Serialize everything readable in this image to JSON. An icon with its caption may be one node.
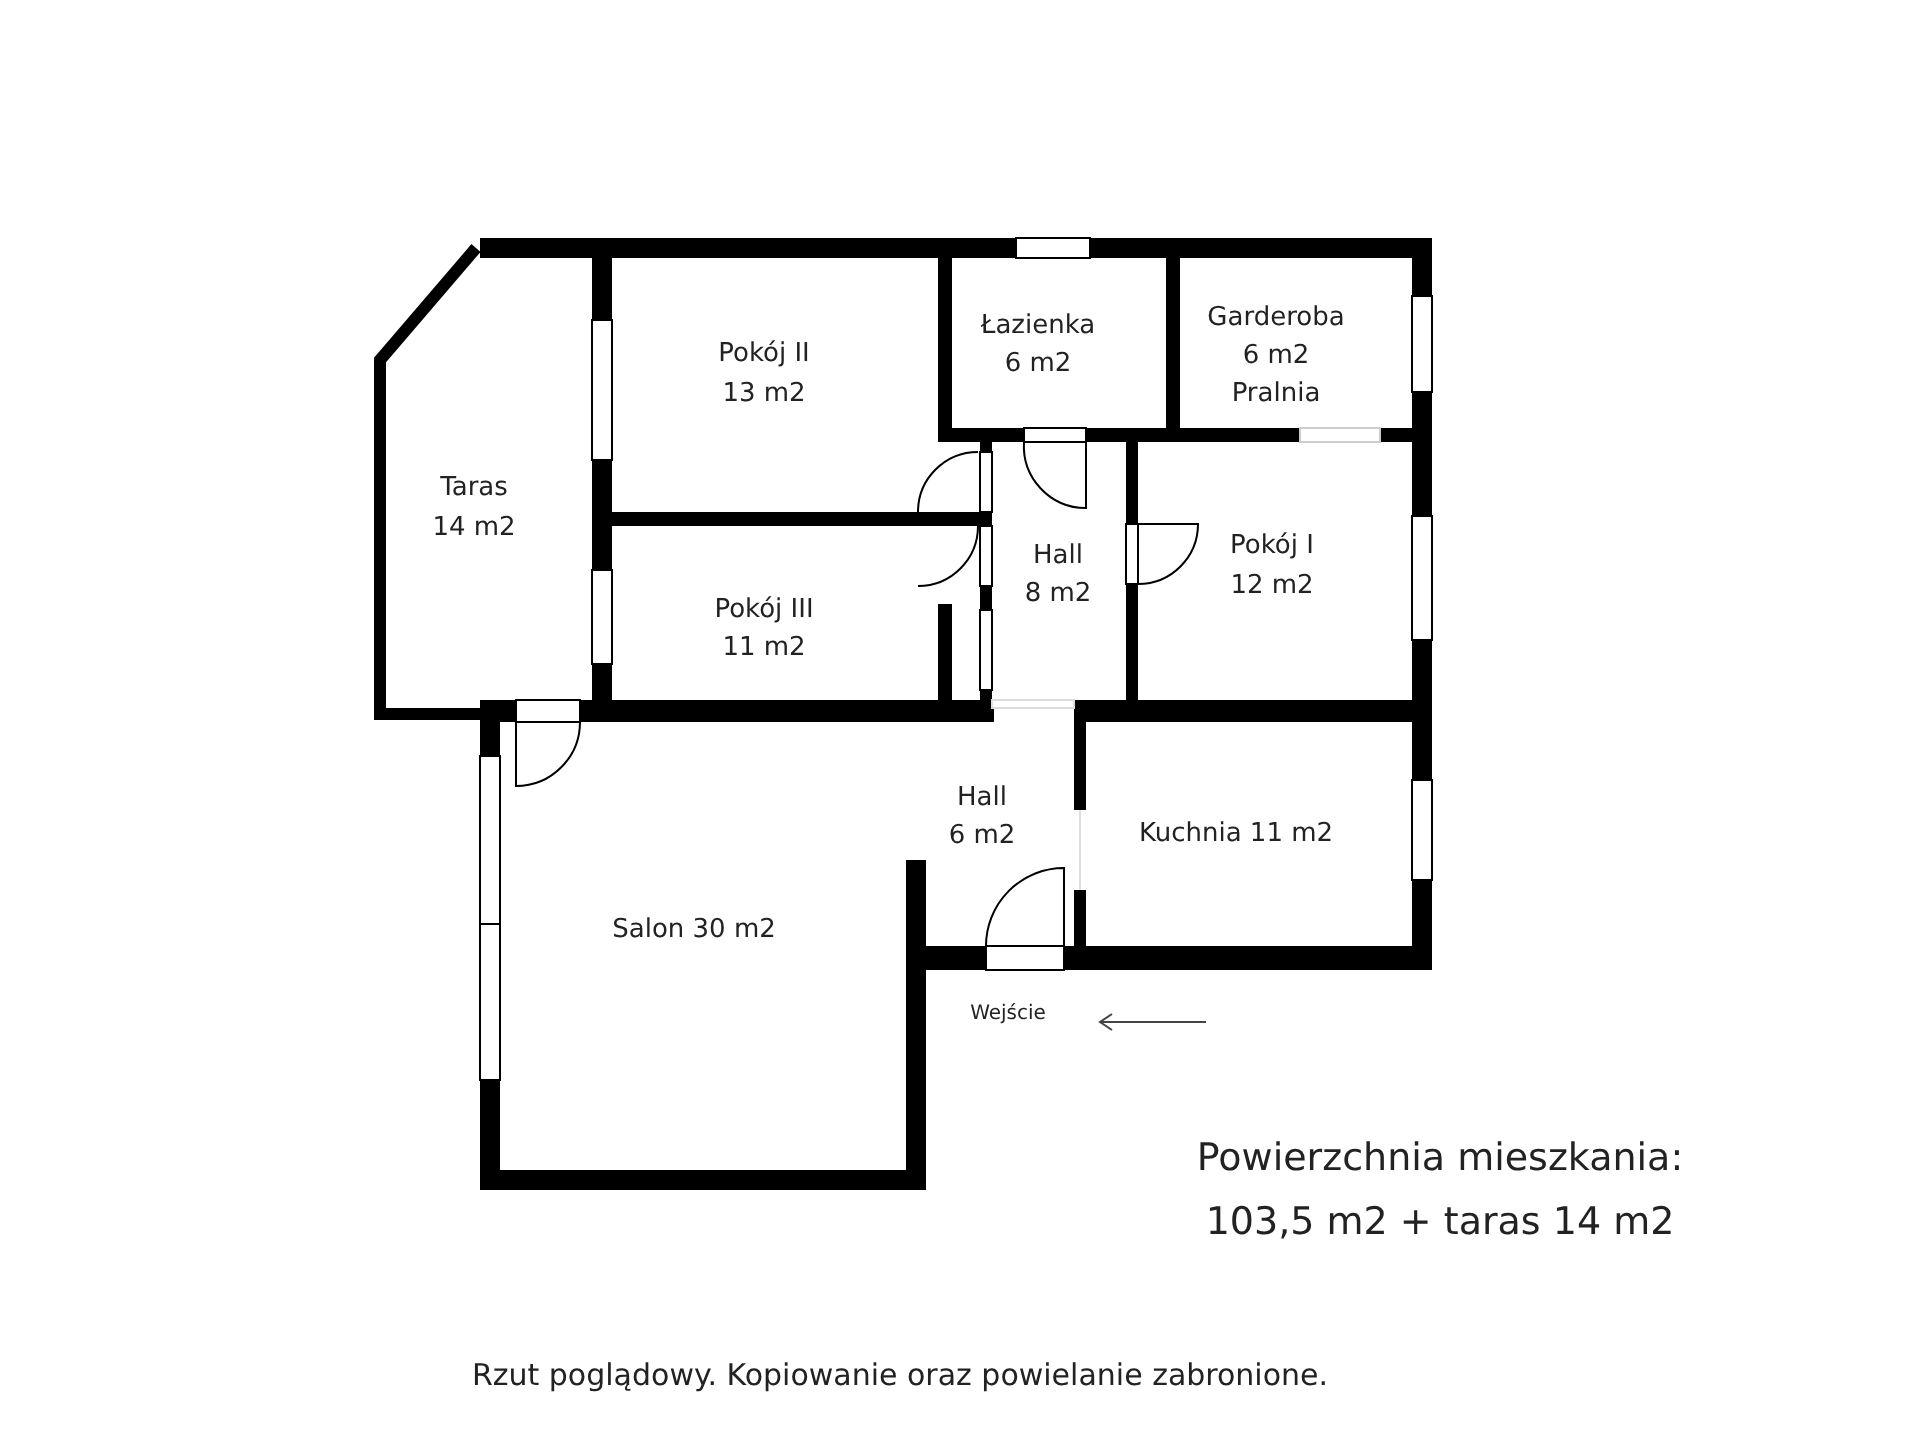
{
  "diagram": {
    "labels": [
      "Łazienka",
      "6 m2",
      "Garderoba",
      "6 m2",
      "Pralnia",
      "Pokój II",
      "13 m2",
      "Taras",
      "14 m2",
      "Hall",
      "8 m2",
      "Pokój I",
      "12 m2",
      "Pokój III",
      "11 m2",
      "Hall",
      "6 m2",
      "Kuchnia 11 m2",
      "Salon 30 m2",
      "Wejście",
      "Powierzchnia mieszkania:",
      "103,5 m2 + taras 14 m2",
      "Rzut poglądowy. Kopiowanie oraz powielanie zabronione."
    ]
  }
}
